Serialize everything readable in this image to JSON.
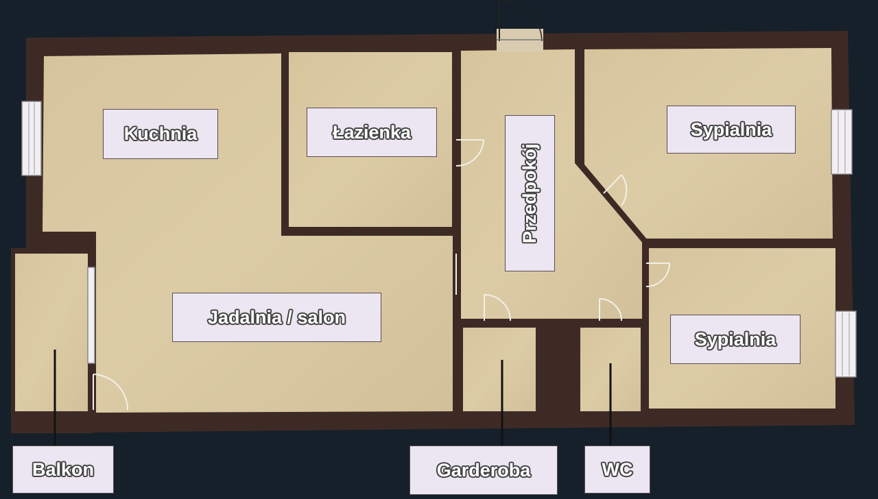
{
  "floor_plan": {
    "rooms": {
      "kitchen": "Kuchnia",
      "bathroom": "Łazienka",
      "hallway": "Przedpokój",
      "bedroom_top": "Sypialnia",
      "bedroom_bottom": "Sypialnia",
      "living_dining": "Jadalnia / salon"
    },
    "callouts": {
      "balcony": "Balkon",
      "wardrobe": "Garderoba",
      "wc": "WC"
    }
  },
  "colors": {
    "background": "#16202a",
    "wall": "#3e2a25",
    "floor": "#d7c6a0",
    "label_fill": "#ebe6f1"
  }
}
